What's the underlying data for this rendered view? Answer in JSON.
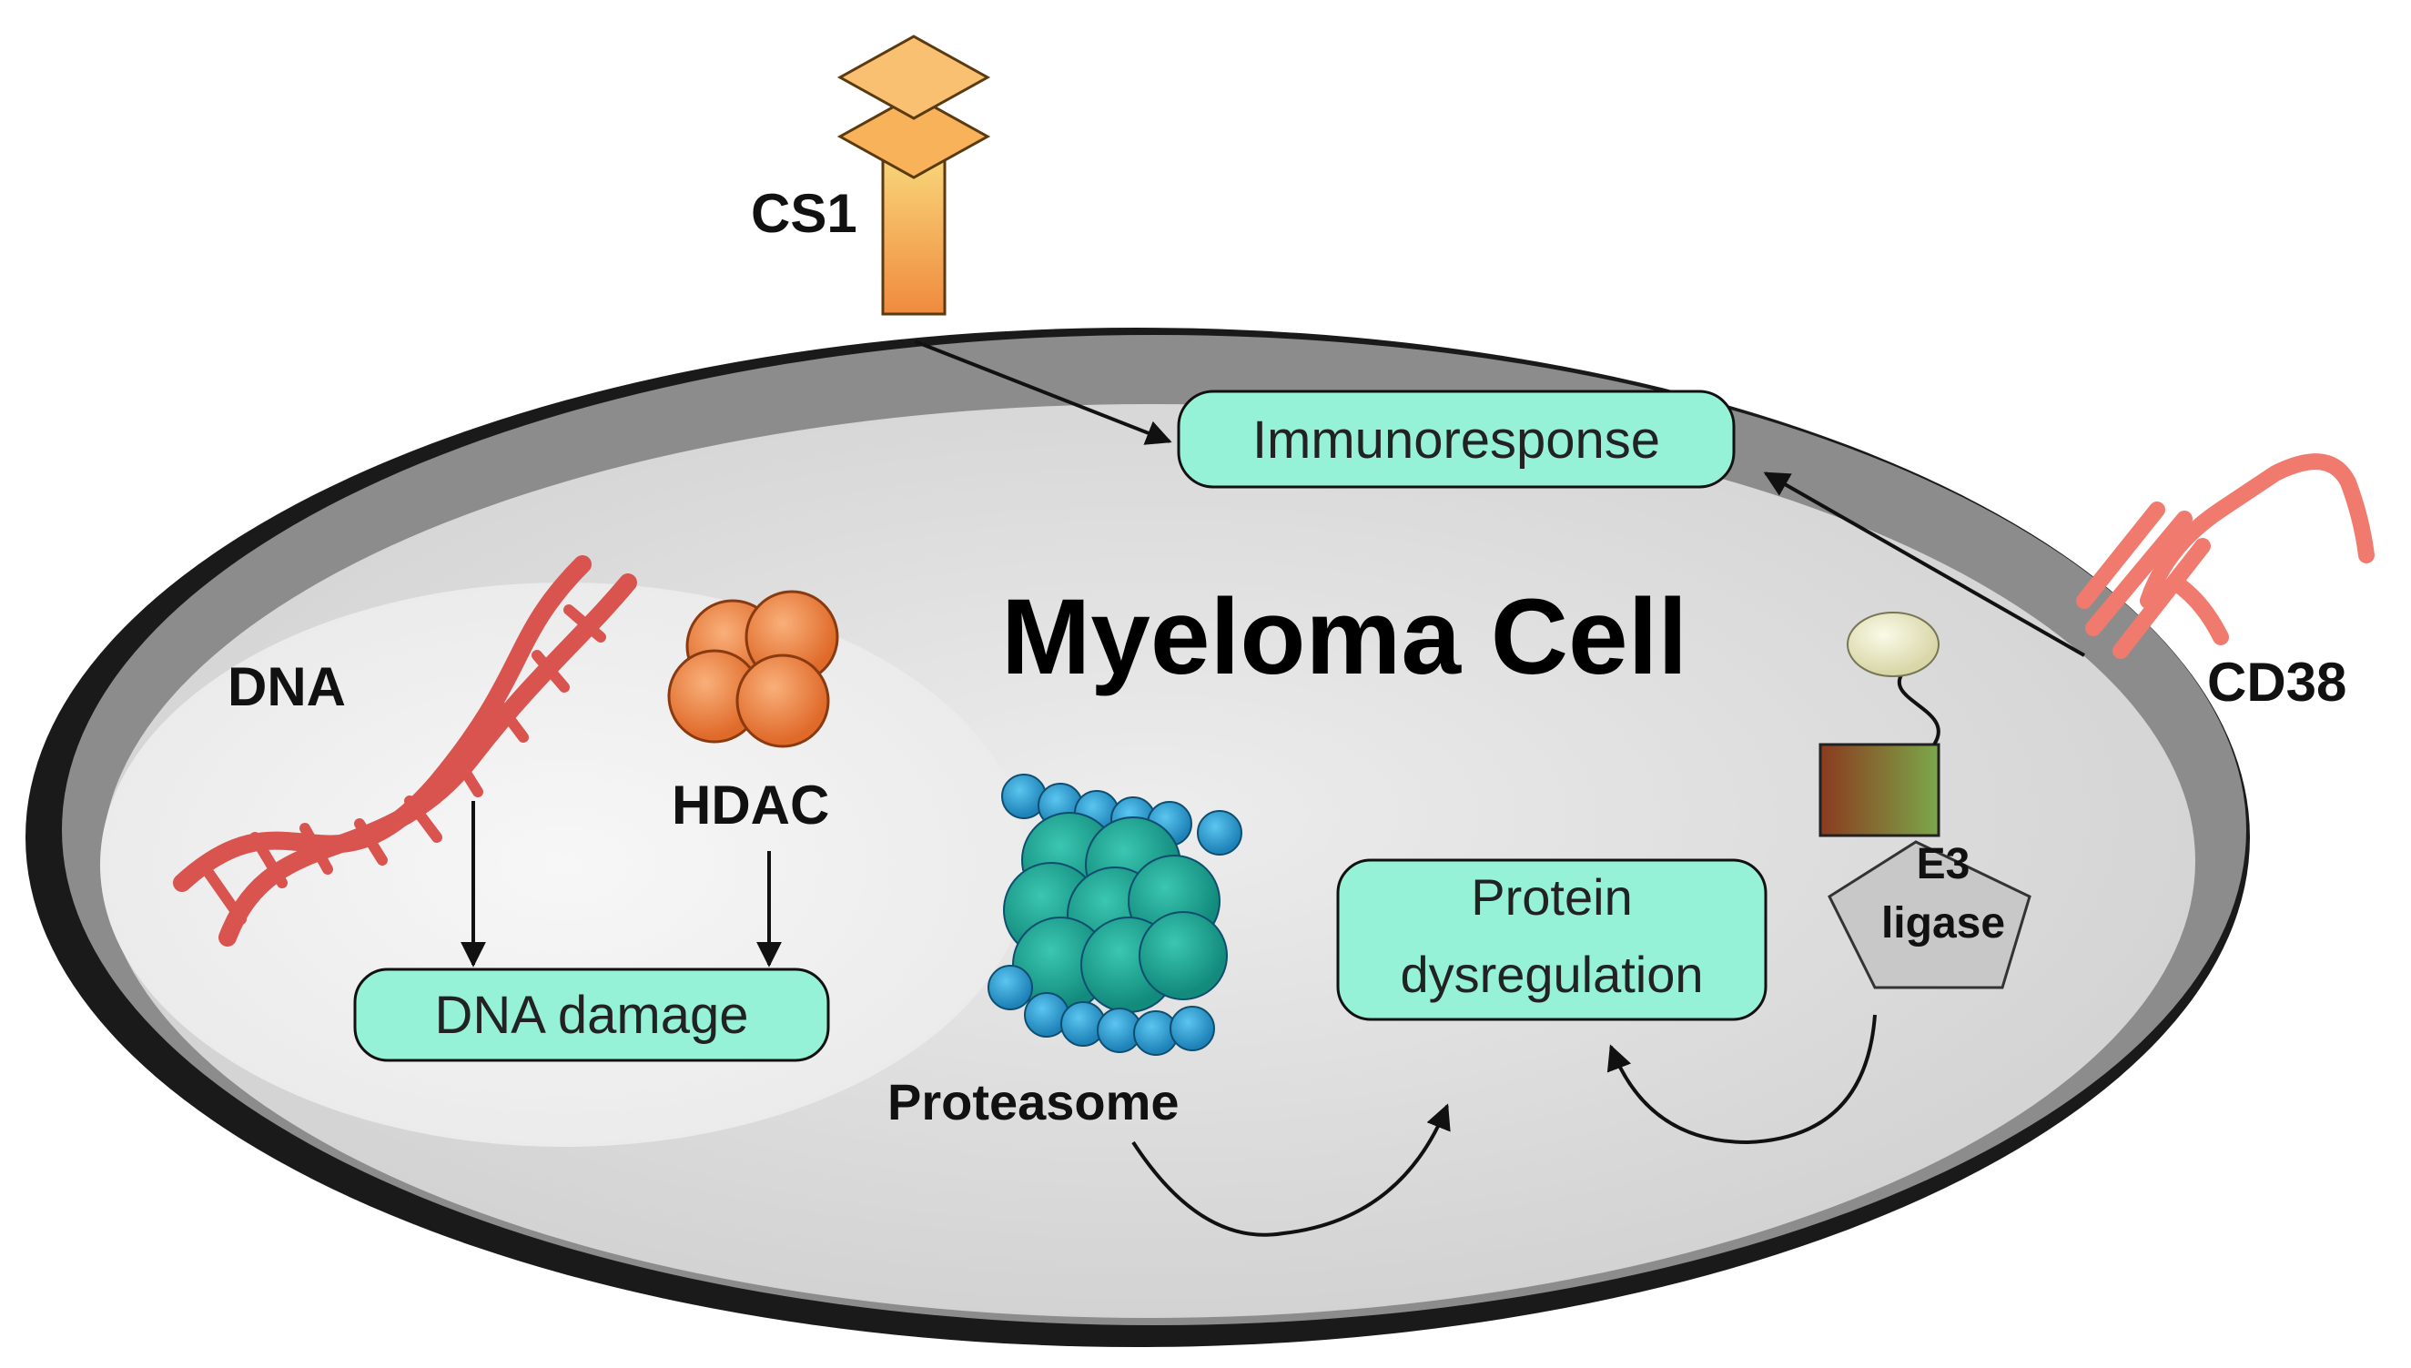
{
  "title": "Myeloma Cell",
  "labels": {
    "cs1": "CS1",
    "cd38": "CD38",
    "dna": "DNA",
    "hdac": "HDAC",
    "proteasome": "Proteasome",
    "e3_line1": "E3",
    "e3_line2": "ligase"
  },
  "boxes": {
    "immunoresponse": "Immunoresponse",
    "dna_damage": "DNA damage",
    "protein_line1": "Protein",
    "protein_line2": "dysregulation"
  },
  "colors": {
    "box_fill": "#96F2D6",
    "cell_fill": "#DCDCDC",
    "membrane": "#8C8C8C",
    "nucleus": "#EFEFEF",
    "dna": "#D9534F",
    "hdac": "#F2874B",
    "proteasome_core": "#1FA595",
    "proteasome_ring": "#2EA3D6",
    "cs1": "#F5A65B",
    "cd38": "#F07A6E",
    "e3_pentagon": "#C8C8C8",
    "e3_square": "#8A6A2E",
    "ubiquitin": "#EDECC7"
  }
}
